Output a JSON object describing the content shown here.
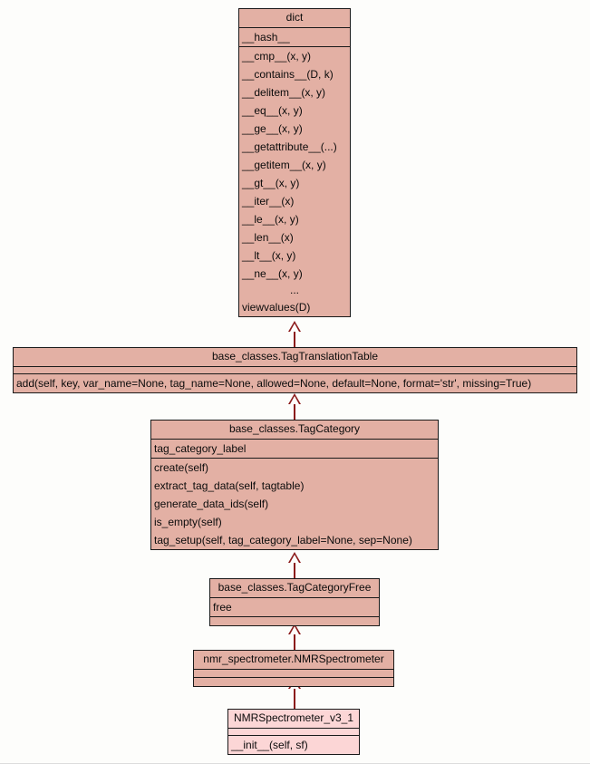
{
  "diagram": {
    "type": "uml-class-diagram",
    "title": "",
    "colors": {
      "class_fill": "#e3b0a4",
      "highlight_fill": "#fcd6d6",
      "border": "#1a1a1a",
      "edge": "#8b1a1a",
      "background": "#fdfdfb"
    },
    "classes": [
      {
        "id": "dict",
        "name": "dict",
        "attributes": [
          "__hash__"
        ],
        "methods": [
          "__cmp__(x, y)",
          "__contains__(D, k)",
          "__delitem__(x, y)",
          "__eq__(x, y)",
          "__ge__(x, y)",
          "__getattribute__(...)",
          "__getitem__(x, y)",
          "__gt__(x, y)",
          "__iter__(x)",
          "__le__(x, y)",
          "__len__(x)",
          "__lt__(x, y)",
          "__ne__(x, y)",
          "...",
          "viewvalues(D)"
        ],
        "highlight": false
      },
      {
        "id": "tagtranslationtable",
        "name": "base_classes.TagTranslationTable",
        "attributes": [],
        "methods": [
          "add(self, key, var_name=None, tag_name=None, allowed=None, default=None, format='str', missing=True)"
        ],
        "highlight": false
      },
      {
        "id": "tagcategory",
        "name": "base_classes.TagCategory",
        "attributes": [
          "tag_category_label"
        ],
        "methods": [
          "create(self)",
          "extract_tag_data(self, tagtable)",
          "generate_data_ids(self)",
          "is_empty(self)",
          "tag_setup(self, tag_category_label=None, sep=None)"
        ],
        "highlight": false
      },
      {
        "id": "tagcategoryfree",
        "name": "base_classes.TagCategoryFree",
        "attributes": [
          "free"
        ],
        "methods": [],
        "highlight": false
      },
      {
        "id": "nmrspectrometer",
        "name": "nmr_spectrometer.NMRSpectrometer",
        "attributes": [],
        "methods": [],
        "highlight": false
      },
      {
        "id": "nmrspectrometer_v3_1",
        "name": "NMRSpectrometer_v3_1",
        "attributes": [],
        "methods": [
          "__init__(self, sf)"
        ],
        "highlight": true
      }
    ],
    "relations": [
      {
        "type": "generalization",
        "from": "tagtranslationtable",
        "to": "dict"
      },
      {
        "type": "generalization",
        "from": "tagcategory",
        "to": "tagtranslationtable"
      },
      {
        "type": "generalization",
        "from": "tagcategoryfree",
        "to": "tagcategory"
      },
      {
        "type": "generalization",
        "from": "nmrspectrometer",
        "to": "tagcategoryfree"
      },
      {
        "type": "generalization",
        "from": "nmrspectrometer_v3_1",
        "to": "nmrspectrometer"
      }
    ]
  }
}
